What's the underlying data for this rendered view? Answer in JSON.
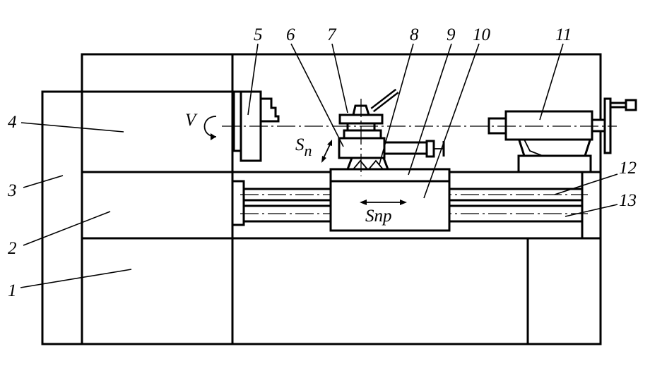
{
  "diagram": {
    "callouts": [
      {
        "id": "1",
        "text": "1"
      },
      {
        "id": "2",
        "text": "2"
      },
      {
        "id": "3",
        "text": "3"
      },
      {
        "id": "4",
        "text": "4"
      },
      {
        "id": "5",
        "text": "5"
      },
      {
        "id": "6",
        "text": "6"
      },
      {
        "id": "7",
        "text": "7"
      },
      {
        "id": "8",
        "text": "8"
      },
      {
        "id": "9",
        "text": "9"
      },
      {
        "id": "10",
        "text": "10"
      },
      {
        "id": "11",
        "text": "11"
      },
      {
        "id": "12",
        "text": "12"
      },
      {
        "id": "13",
        "text": "13"
      }
    ],
    "annotations": {
      "spindle_rotation": "V",
      "cross_feed_base": "S",
      "cross_feed_sub": "n",
      "longitudinal_feed": "Snp"
    }
  }
}
